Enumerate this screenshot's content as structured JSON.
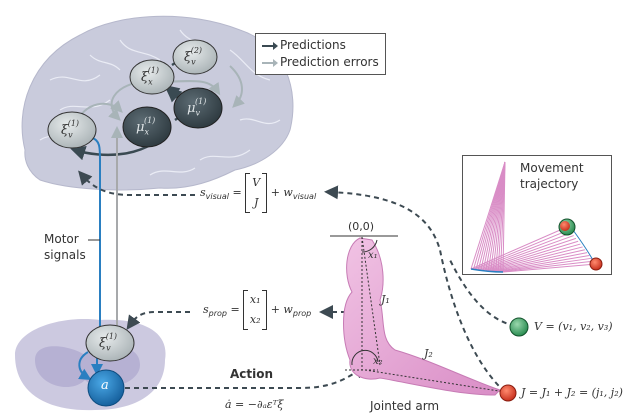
{
  "legend": {
    "predictions_label": "Predictions",
    "prediction_errors_label": "Prediction errors",
    "predictions_color": "#3a4a52",
    "prediction_errors_color": "#a8b4b8"
  },
  "brain_nodes": {
    "xi_v2": {
      "symbol": "ξ",
      "sub": "v",
      "sup": "(2)"
    },
    "xi_x1": {
      "symbol": "ξ",
      "sub": "x",
      "sup": "(1)"
    },
    "mu_v1": {
      "symbol": "μ",
      "sub": "v",
      "sup": "(1)"
    },
    "mu_x1": {
      "symbol": "μ",
      "sub": "x",
      "sup": "(1)"
    },
    "xi_v1": {
      "symbol": "ξ",
      "sub": "v",
      "sup": "(1)"
    }
  },
  "spinal_nodes": {
    "xi_v1": {
      "symbol": "ξ",
      "sub": "v",
      "sup": "(1)"
    },
    "action": {
      "symbol": "a"
    }
  },
  "labels": {
    "motor_signals_line1": "Motor",
    "motor_signals_line2": "signals",
    "action_title": "Action",
    "action_equation": "ȧ = −∂ₐεᵀξ",
    "jointed_arm": "Jointed arm",
    "origin": "(0,0)",
    "x1": "x₁",
    "x2": "x₂",
    "J1": "J₁",
    "J2": "J₂",
    "movement_trajectory_line1": "Movement",
    "movement_trajectory_line2": "trajectory",
    "V_def": "V = (v₁, v₂, v₃)",
    "J_def": "J = J₁ + J₂ = (j₁, j₂)"
  },
  "equations": {
    "visual": {
      "lhs": "s",
      "lhs_sub": "visual",
      "top": "V",
      "bottom": "J",
      "noise": "+ w",
      "noise_sub": "visual"
    },
    "prop": {
      "lhs": "s",
      "lhs_sub": "prop",
      "top": "x₁",
      "bottom": "x₂",
      "noise": "+ w",
      "noise_sub": "prop"
    }
  },
  "colors": {
    "brain": "#c9cbdc",
    "spinal": "#c8c6dc",
    "light_node": "#c8cdcf",
    "dark_node": "#3b4a52",
    "action_node": "#1e7fc6",
    "arm": "#e6a9d6",
    "motor_line": "#2a7fc1",
    "error_line": "#a7a9ab",
    "dashed": "#3d4a52",
    "green_target": "#3aa664",
    "red_target": "#e24a33"
  }
}
